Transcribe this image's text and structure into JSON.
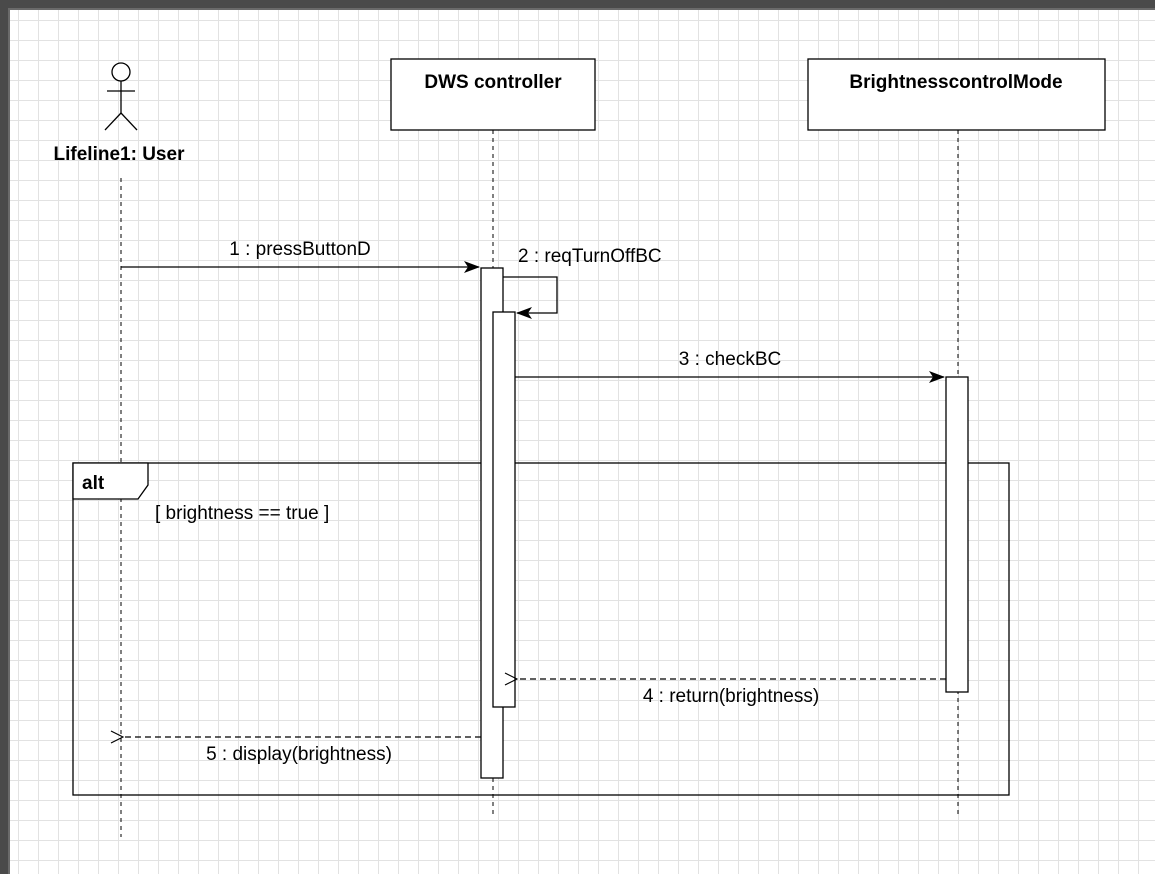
{
  "diagram": {
    "actor": {
      "label": "Lifeline1: User",
      "icon": "stick-figure-icon"
    },
    "lifelines": [
      {
        "id": "dws",
        "label": "DWS controller"
      },
      {
        "id": "bcm",
        "label": "BrightnesscontrolMode"
      }
    ],
    "messages": [
      {
        "label": "1 : pressButtonD",
        "from": "user",
        "to": "dws",
        "style": "sync"
      },
      {
        "label": "2 : reqTurnOffBC",
        "from": "dws",
        "to": "dws",
        "style": "self"
      },
      {
        "label": "3 : checkBC",
        "from": "dws",
        "to": "bcm",
        "style": "sync"
      },
      {
        "label": "4 : return(brightness)",
        "from": "bcm",
        "to": "dws",
        "style": "reply"
      },
      {
        "label": "5 : display(brightness)",
        "from": "dws",
        "to": "user",
        "style": "reply"
      }
    ],
    "fragment": {
      "operator": "alt",
      "guard": "[ brightness == true ]"
    }
  }
}
